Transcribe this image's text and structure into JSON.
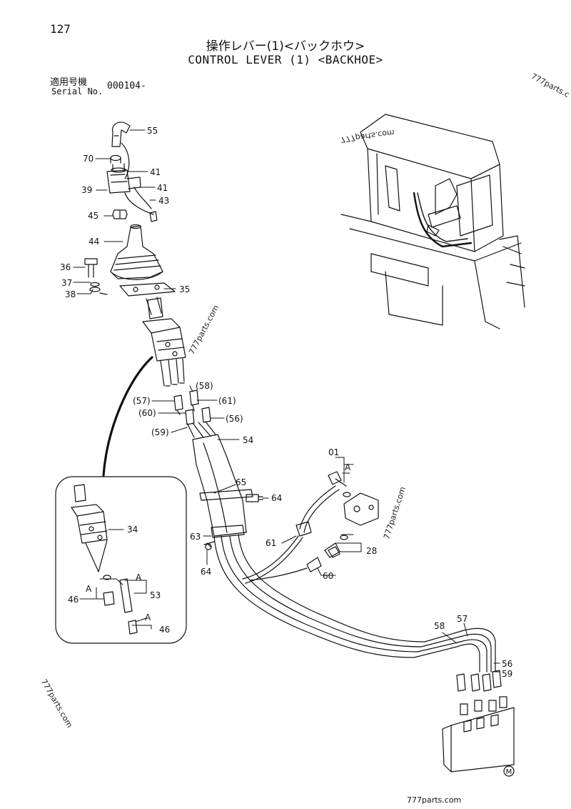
{
  "page": {
    "number": "127"
  },
  "title": {
    "japanese": "操作レバー(1)<バックホウ>",
    "english": "CONTROL LEVER (1) <BACKHOE>"
  },
  "serial": {
    "label_jp": "適用号機",
    "label_en": "Serial No.",
    "value": "000104-"
  },
  "watermarks": [
    "777parts.com",
    "777parts.com",
    "777parts.com",
    "777parts.com",
    "777parts.com",
    "777parts.c"
  ],
  "footer": "777parts.com",
  "mark": "M",
  "callouts": {
    "c55": "55",
    "c70": "70",
    "c41a": "41",
    "c39": "39",
    "c41b": "41",
    "c43": "43",
    "c45": "45",
    "c44": "44",
    "c36": "36",
    "c37": "37",
    "c38": "38",
    "c35": "35",
    "c58p": "(58)",
    "c57p": "(57)",
    "c61p": "(61)",
    "c60p": "(60)",
    "c56p": "(56)",
    "c59p": "(59)",
    "c54": "54",
    "c65": "65",
    "c64a": "64",
    "c63": "63",
    "c64b": "64",
    "c34": "34",
    "cA1": "A",
    "cA2": "A",
    "c53": "53",
    "c46a": "46",
    "cA3": "A",
    "c46b": "46",
    "c01": "01",
    "cA4": "A",
    "c61": "61",
    "c28": "28",
    "c60": "60",
    "c58": "58",
    "c57": "57",
    "c56": "56",
    "c59": "59"
  }
}
